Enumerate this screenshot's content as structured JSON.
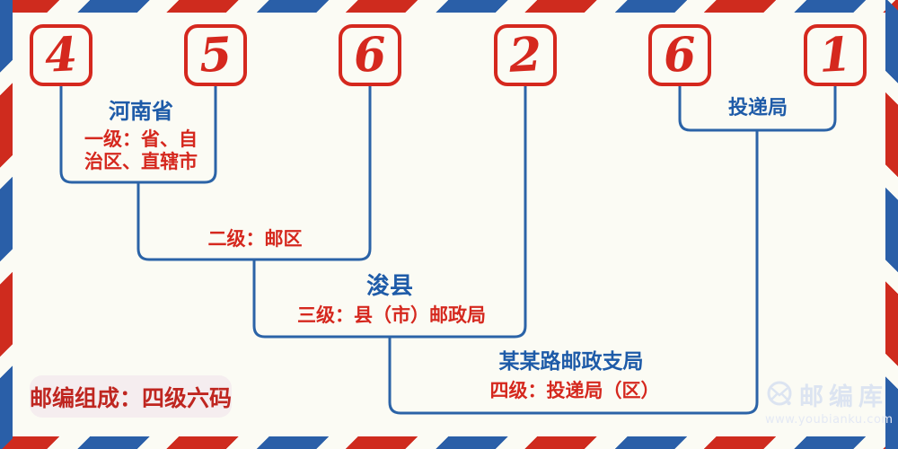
{
  "postal_code": {
    "digits": [
      "4",
      "5",
      "6",
      "2",
      "6",
      "1"
    ]
  },
  "levels": [
    {
      "region": "河南省",
      "desc_line1": "一级：省、自",
      "desc_line2": "治区、直辖市"
    },
    {
      "desc": "二级：邮区"
    },
    {
      "region": "浚县",
      "desc": "三级：县（市）邮政局"
    },
    {
      "region": "某某路邮政支局",
      "desc": "四级：投递局（区）"
    },
    {
      "region": "投递局"
    }
  ],
  "badge": {
    "text": "邮编组成：四级六码"
  },
  "watermark": {
    "brand": "邮编库",
    "url": "www.youbianku.com"
  },
  "colors": {
    "digit_red": "#d5281e",
    "label_blue": "#1e5ba8",
    "line_blue": "#2b63a7",
    "stripe_red": "#cf2b1e",
    "stripe_blue": "#2a5fa8",
    "badge_bg": "#f5edef",
    "badge_text": "#bf2620",
    "background": "#fbfbf4",
    "watermark_blue": "#dce4f1"
  }
}
